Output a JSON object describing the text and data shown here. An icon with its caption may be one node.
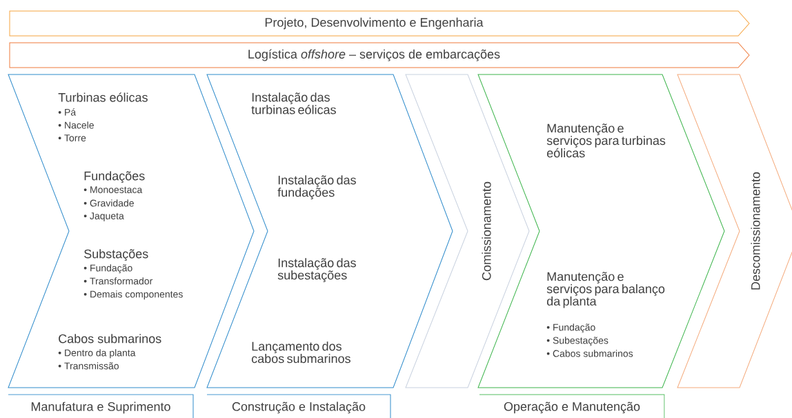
{
  "diagram": {
    "nodes": [
      {
        "text": [
          "Projeto, Desenvolvimento e Engenharia"
        ]
      },
      {
        "text": [
          "Logística *offshore* – serviços de embarcações"
        ]
      },
      {
        "text": [
          "Turbinas eólicas",
          "• Pá",
          "• Nacele",
          "• Torre",
          "Fundações",
          "• Monoestaca",
          "• Gravidade",
          "• Jaqueta",
          "Substações",
          "• Fundação",
          "• Transformador",
          "• Demais componentes",
          "Cabos submarinos",
          "• Dentro da planta",
          "• Transmissão"
        ]
      },
      {
        "text": [
          "Instalação das turbinas eólicas",
          "Instalação das fundações",
          "Instalação das subestações",
          "Lançamento dos cabos submarinos"
        ]
      },
      {
        "text": [
          "Comissionamento"
        ]
      },
      {
        "text": [
          "Manutenção e serviços para turbinas eólicas",
          "Manutenção e serviços para balanço da planta",
          "• Fundação",
          "• Subestações",
          "• Cabos submarinos"
        ]
      },
      {
        "text": [
          "Descomissionamento"
        ]
      },
      {
        "text": [
          "Manufatura e Suprimento"
        ]
      },
      {
        "text": [
          "Construção e Instalação"
        ]
      },
      {
        "text": [
          "Operação e Manutenção"
        ]
      }
    ]
  }
}
